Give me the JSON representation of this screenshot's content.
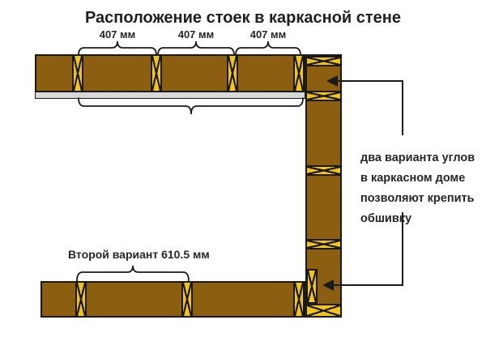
{
  "title": "Расположение стоек в каркасной стене",
  "colors": {
    "wood": "#8C5E10",
    "stud": "#F2C417",
    "outline": "#1A1A1A",
    "plate": "#D8D8D8",
    "text": "#262626"
  },
  "top_wall": {
    "dimension_labels": [
      "407 мм",
      "407 мм",
      "407 мм"
    ],
    "stud_count": 4
  },
  "right_wall": {
    "stud_count": 4
  },
  "bottom_wall": {
    "variant_label": "Второй вариант 610.5 мм",
    "stud_count": 3
  },
  "corner_note": {
    "line1": "два варианта углов",
    "line2": "в каркасном доме",
    "line3": "позволяют крепить",
    "line4": "обшивку"
  }
}
